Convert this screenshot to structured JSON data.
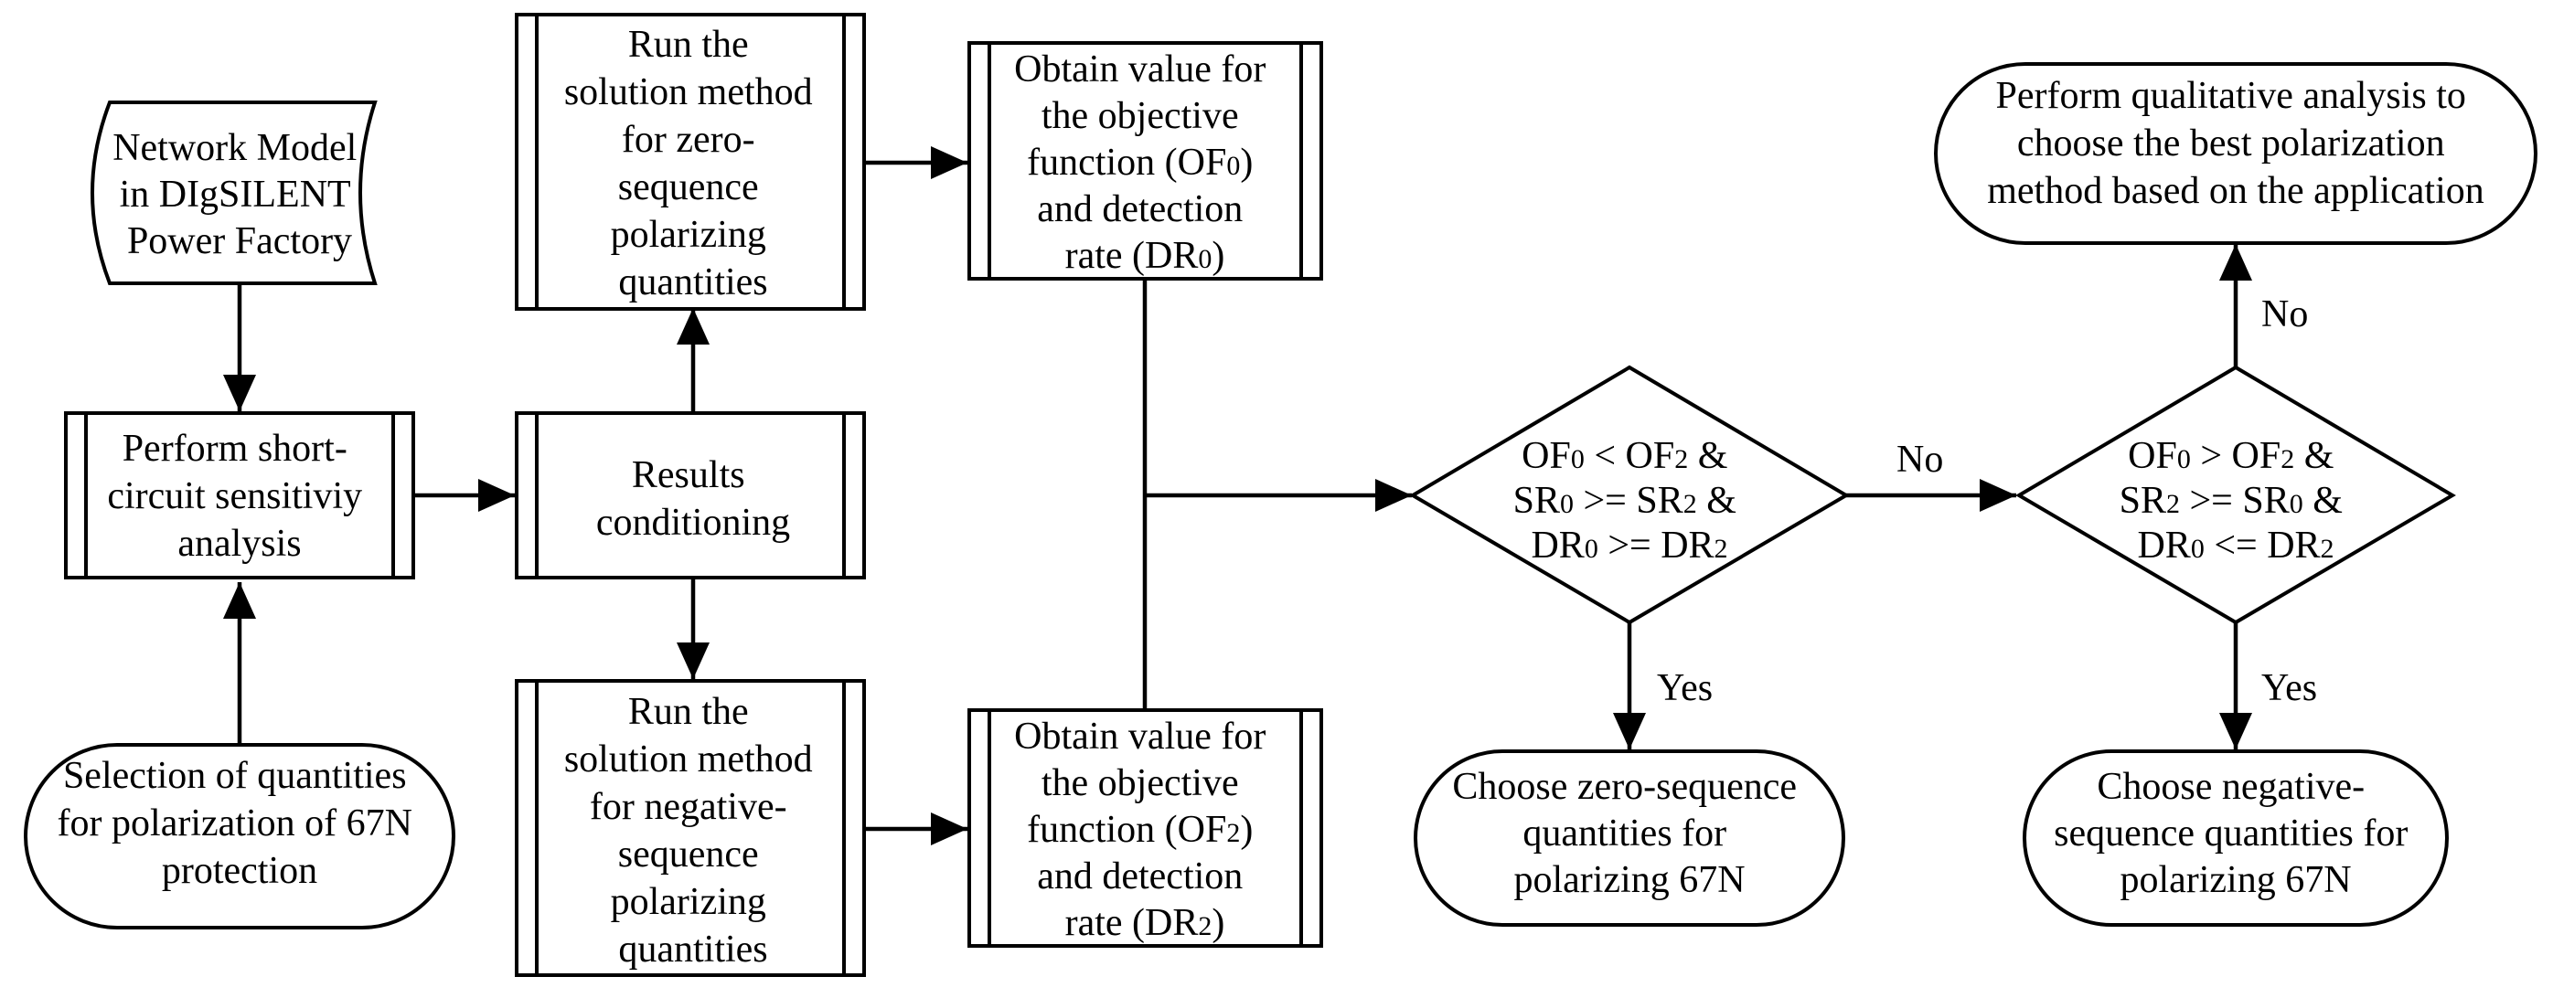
{
  "diagram": {
    "nodes": {
      "network_model": {
        "lines": [
          "Network Model",
          "in DIgSILENT",
          "Power Factory"
        ]
      },
      "sensitivity": {
        "lines": [
          "Perform short-",
          "circuit sensitiviy",
          "analysis"
        ]
      },
      "selection": {
        "lines": [
          "Selection of quantities",
          "for polarization of 67N",
          "protection"
        ]
      },
      "conditioning": {
        "lines": [
          "Results",
          "conditioning"
        ]
      },
      "run_zero": {
        "lines": [
          "Run the",
          "solution method",
          "for zero-",
          "sequence",
          "polarizing",
          "quantities"
        ]
      },
      "run_negative": {
        "lines": [
          "Run the",
          "solution method",
          "for negative-",
          "sequence",
          "polarizing",
          "quantities"
        ]
      },
      "obtain_zero": {
        "lines": [
          "Obtain value for",
          "the objective",
          "function (OF0)",
          "and detection",
          "rate (DR0)"
        ]
      },
      "obtain_negative": {
        "lines": [
          "Obtain value for",
          "the objective",
          "function (OF2)",
          "and detection",
          "rate (DR2)"
        ]
      },
      "decision_1": {
        "lines": [
          "OF0 < OF2 &",
          "SR0 >= SR2 &",
          "DR0 >= DR2"
        ]
      },
      "decision_2": {
        "lines": [
          "OF0 > OF2 &",
          "SR2 >= SR0 &",
          "DR0 <= DR2"
        ]
      },
      "choose_zero": {
        "lines": [
          "Choose zero-sequence",
          "quantities for",
          "polarizing 67N"
        ]
      },
      "choose_negative": {
        "lines": [
          "Choose negative-",
          "sequence quantities for",
          "polarizing 67N"
        ]
      },
      "qualitative": {
        "lines": [
          "Perform qualitative analysis to",
          "choose the best polarization",
          "method based on the application"
        ]
      }
    },
    "edge_labels": {
      "d1_no": "No",
      "d1_yes": "Yes",
      "d2_no": "No",
      "d2_yes": "Yes"
    }
  }
}
